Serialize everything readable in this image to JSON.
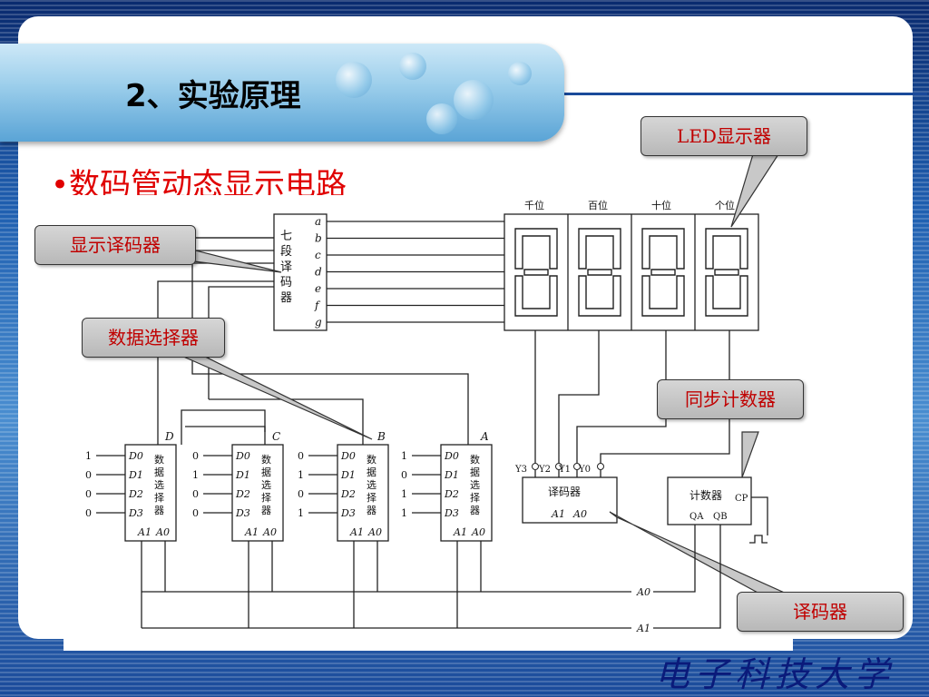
{
  "header": {
    "title": "2、实验原理"
  },
  "bullet": {
    "text": "•数码管动态显示电路"
  },
  "callouts": {
    "led": "LED显示器",
    "seg_decoder": "显示译码器",
    "mux": "数据选择器",
    "counter": "同步计数器",
    "decoder": "译码器"
  },
  "circuit": {
    "seg_decoder_label": [
      "七",
      "段",
      "译",
      "码",
      "器"
    ],
    "seg_outputs": [
      "a",
      "b",
      "c",
      "d",
      "e",
      "f",
      "g"
    ],
    "digit_labels": [
      "千位",
      "百位",
      "十位",
      "个位"
    ],
    "mux_names": [
      "D",
      "C",
      "B",
      "A"
    ],
    "mux_label": [
      "数",
      "据",
      "选",
      "择",
      "器"
    ],
    "mux_inputs": [
      "D0",
      "D1",
      "D2",
      "D3"
    ],
    "mux_values": [
      [
        "1",
        "0",
        "0",
        "0"
      ],
      [
        "0",
        "1",
        "0",
        "0"
      ],
      [
        "0",
        "1",
        "0",
        "1"
      ],
      [
        "1",
        "0",
        "1",
        "1"
      ]
    ],
    "mux_select": [
      "A1",
      "A0"
    ],
    "decoder_label": "译码器",
    "decoder_outputs": [
      "Y3",
      "Y2",
      "Y1",
      "Y0"
    ],
    "decoder_inputs": [
      "A1",
      "A0"
    ],
    "counter_label": "计数器",
    "counter_clock": "CP",
    "counter_outputs": [
      "QA",
      "QB"
    ],
    "bus_labels": [
      "A0",
      "A1"
    ]
  },
  "footer": {
    "logo": "电子科技大学"
  }
}
